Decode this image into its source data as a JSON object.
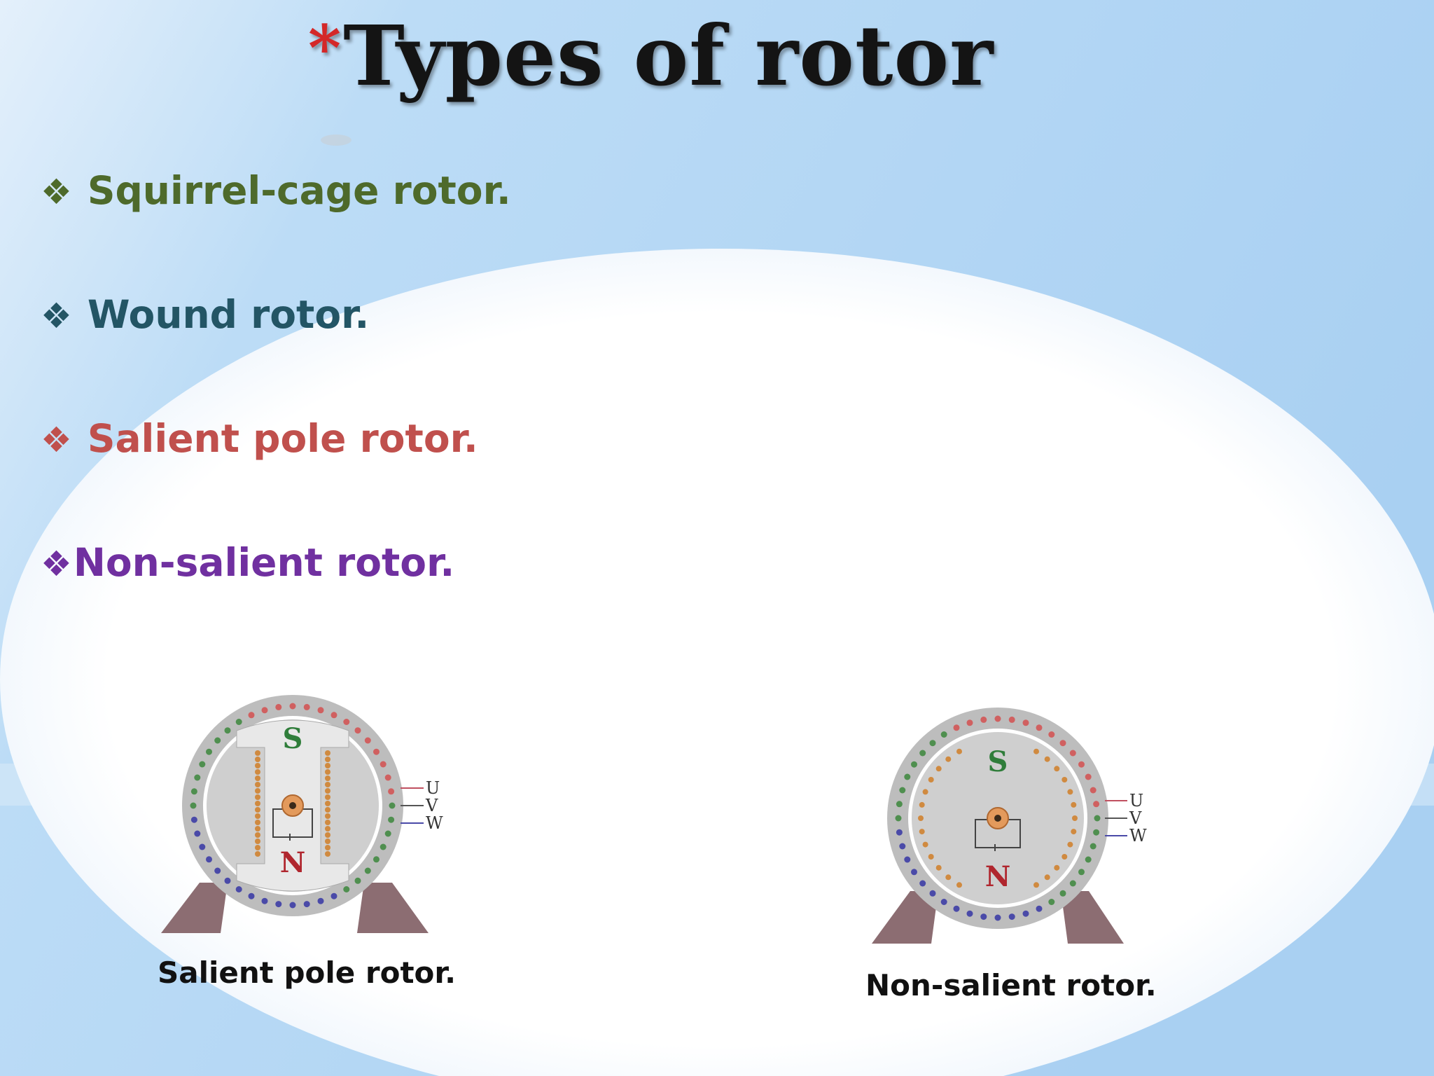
{
  "slide": {
    "title_mark": "*",
    "title": "Types  of  rotor"
  },
  "bullets": [
    {
      "marker": "❖",
      "text": "Squirrel-cage rotor.",
      "color": "#4e6a2b"
    },
    {
      "marker": "❖",
      "text": "Wound rotor.",
      "color": "#235565"
    },
    {
      "marker": "❖",
      "text": "Salient pole rotor.",
      "color": "#c0504d"
    },
    {
      "marker": "❖",
      "text": "Non-salient rotor.",
      "color": "#7030a0"
    }
  ],
  "figures": {
    "salient": {
      "caption": "Salient pole rotor.",
      "pole_top": "S",
      "pole_bottom": "N",
      "terminals": [
        "U",
        "V",
        "W"
      ]
    },
    "non_salient": {
      "caption": "Non-salient rotor.",
      "pole_top": "S",
      "pole_bottom": "N",
      "terminals": [
        "U",
        "V",
        "W"
      ]
    }
  },
  "colors": {
    "background": "#b4d6f3",
    "oval": "#ffffff",
    "stator": "#bdbdbd",
    "legs": "#8c6d72",
    "slot_green": "#4f8f4f",
    "slot_red": "#d06060",
    "slot_blue": "#4a4aa8",
    "coil": "#d08a40"
  }
}
